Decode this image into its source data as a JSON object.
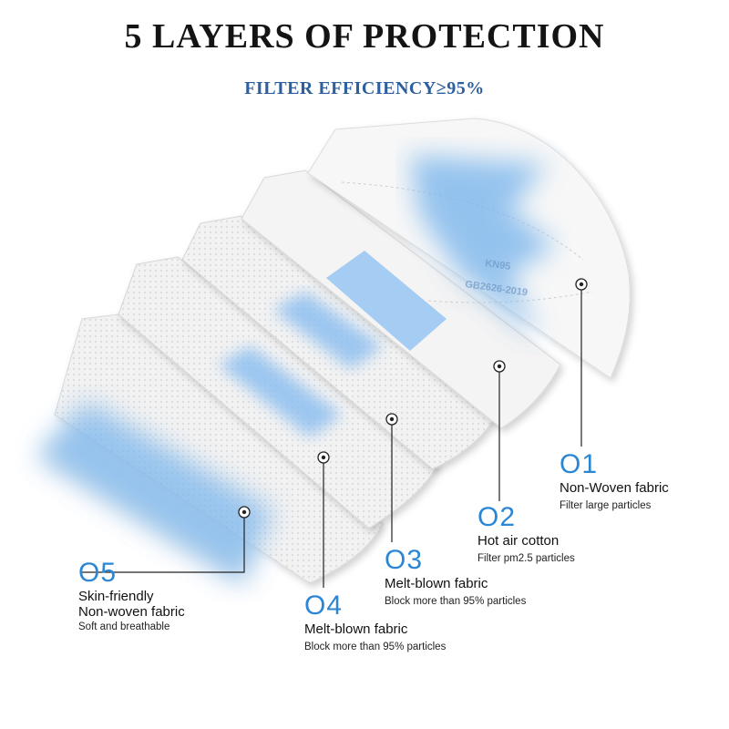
{
  "title": "5 LAYERS OF PROTECTION",
  "subtitle": "FILTER EFFICIENCY≥95%",
  "mask_print": [
    "KN95",
    "GB2626-2019"
  ],
  "colors": {
    "accent_blue": "#2b86d4",
    "subtitle_blue": "#2c5f9c",
    "airflow_blue": "#7cb6ec"
  },
  "layers": [
    {
      "number": "O1",
      "name_lines": [
        "Non-Woven fabric"
      ],
      "description": "Filter large particles"
    },
    {
      "number": "O2",
      "name_lines": [
        "Hot air cotton"
      ],
      "description": "Filter pm2.5 particles"
    },
    {
      "number": "O3",
      "name_lines": [
        "Melt-blown fabric"
      ],
      "description": "Block more than 95% particles"
    },
    {
      "number": "O4",
      "name_lines": [
        "Melt-blown fabric"
      ],
      "description": "Block more than 95% particles"
    },
    {
      "number": "O5",
      "name_lines": [
        "Skin-friendly",
        "Non-woven fabric"
      ],
      "description": "Soft and breathable"
    }
  ]
}
